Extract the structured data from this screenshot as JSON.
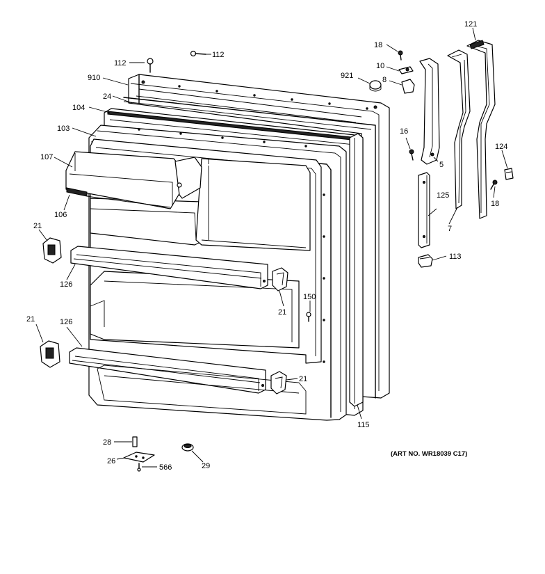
{
  "diagram": {
    "art_number": "(ART NO. WR18039 C17)",
    "callouts": {
      "c112a": "112",
      "c112b": "112",
      "c910": "910",
      "c24": "24",
      "c104": "104",
      "c103": "103",
      "c107": "107",
      "c106": "106",
      "c21a": "21",
      "c126a": "126",
      "c21b": "21",
      "c21c": "21",
      "c126b": "126",
      "c21d": "21",
      "c150": "150",
      "c115": "115",
      "c921": "921",
      "c18a": "18",
      "c10": "10",
      "c8": "8",
      "c16": "16",
      "c5": "5",
      "c121": "121",
      "c124": "124",
      "c18b": "18",
      "c125": "125",
      "c7": "7",
      "c113": "113",
      "c28": "28",
      "c26": "26",
      "c566": "566",
      "c29": "29"
    }
  }
}
